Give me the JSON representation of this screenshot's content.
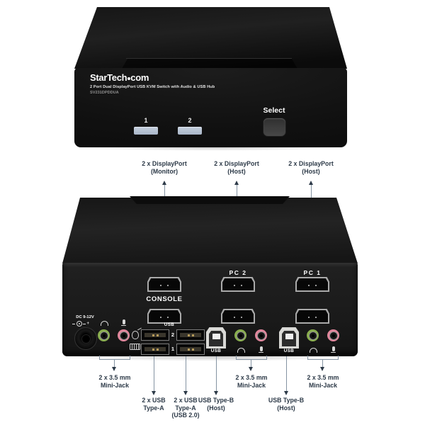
{
  "front": {
    "brand_part1": "StarTech",
    "brand_part2": "com",
    "title": "2 Port Dual DisplayPort USB KVM Switch with Audio & USB Hub",
    "model": "SV231DPDDUA",
    "led1_label": "1",
    "led2_label": "2",
    "select_label": "Select"
  },
  "rear": {
    "dc_label": "DC 9-12V",
    "console_label": "CONSOLE",
    "pc2_label": "PC 2",
    "pc1_label": "PC 1",
    "usb_hub_label": "USB",
    "usb_hub_port2": "2",
    "usb_hub_port1": "1",
    "usb_b1_label": "USB",
    "usb_b2_label": "USB"
  },
  "callouts_top": [
    {
      "line1": "2 x DisplayPort",
      "line2": "(Monitor)"
    },
    {
      "line1": "2 x DisplayPort",
      "line2": "(Host)"
    },
    {
      "line1": "2 x DisplayPort",
      "line2": "(Host)"
    }
  ],
  "callouts_bottom": [
    {
      "line1": "2 x 3.5 mm",
      "line2": "Mini-Jack"
    },
    {
      "line1": "2 x USB",
      "line2": "Type-A"
    },
    {
      "line1": "2 x USB",
      "line2": "Type-A",
      "line3": "(USB 2.0)"
    },
    {
      "line1": "USB Type-B",
      "line2": "(Host)"
    },
    {
      "line1": "2 x 3.5 mm",
      "line2": "Mini-Jack"
    },
    {
      "line1": "USB Type-B",
      "line2": "(Host)"
    },
    {
      "line1": "2 x 3.5 mm",
      "line2": "Mini-Jack"
    }
  ],
  "colors": {
    "annotation_text": "#2d3a48",
    "annotation_line": "#8493a2",
    "device_black": "#121212",
    "led_window": "#b6c2d2",
    "audio_green": "#8aaf4e",
    "audio_pink": "#e2869c",
    "usb_b_shell": "#d9d9d6"
  }
}
